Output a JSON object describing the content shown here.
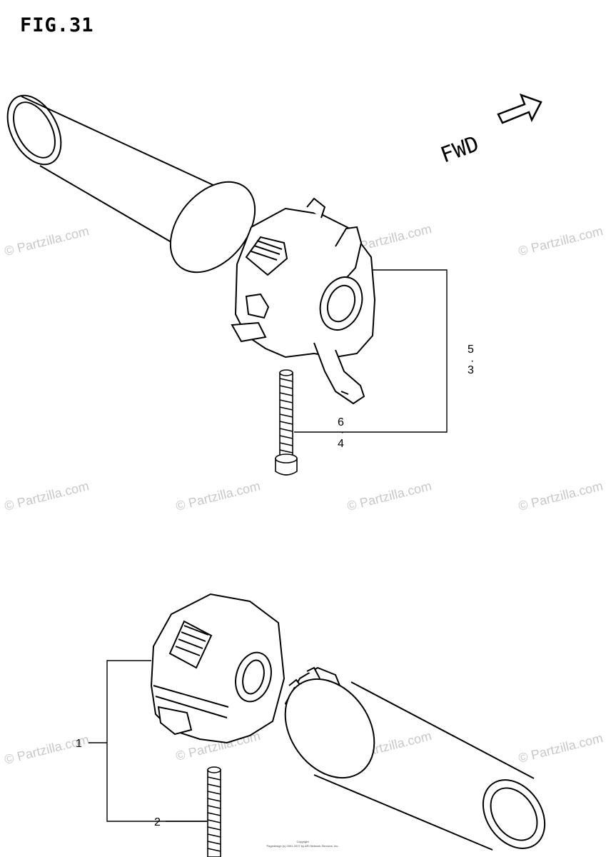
{
  "figure": {
    "title": "FIG.31"
  },
  "direction": {
    "label": "FWD"
  },
  "watermark": {
    "text": "© Partzilla.com"
  },
  "callouts": {
    "upper_right_top": "5",
    "upper_right_bottom": "3",
    "upper_bottom_top": "6",
    "upper_bottom_bottom": "4",
    "lower_left": "1",
    "lower_bottom": "2"
  },
  "footer": {
    "line1": "Copyright",
    "line2": "Pagedesign (c) 2001-2017 by ARI Network Services, Inc."
  }
}
